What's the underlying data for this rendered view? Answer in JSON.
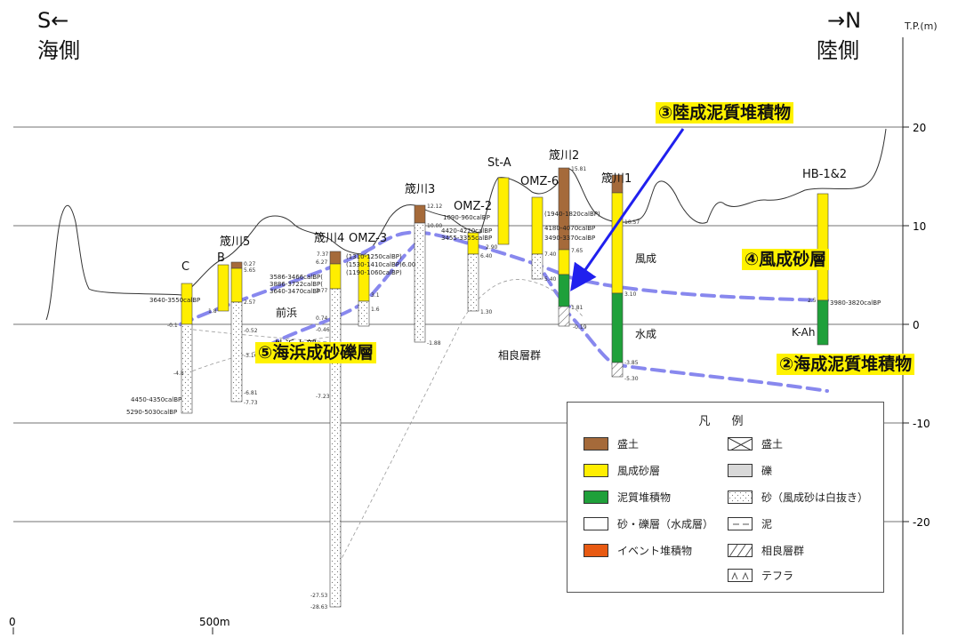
{
  "header": {
    "south_arrow": "S←",
    "south_side": "海側",
    "north_arrow": "→N",
    "north_side": "陸側",
    "axis_unit": "T.P.(m)"
  },
  "axis": {
    "ticks": [
      "20",
      "10",
      "0",
      "-10",
      "-20"
    ],
    "scale_zero": "0",
    "scale_500": "500m"
  },
  "callouts": {
    "c3": "③陸成泥質堆積物",
    "c4": "④風成砂層",
    "c5": "⑤海浜成砂礫層",
    "c2": "②海成泥質堆積物"
  },
  "cores": {
    "C": "C",
    "B": "B",
    "s5": "筬川5",
    "s4": "筬川4",
    "omz3": "OMZ-3",
    "s3": "筬川3",
    "omz2": "OMZ-2",
    "sta": "St-A",
    "omz6": "OMZ-6",
    "s2": "筬川2",
    "s1": "筬川1",
    "hb": "HB-1&2"
  },
  "labels": {
    "maehama": "前浜",
    "sotohama": "外浜上部",
    "sagara": "相良層群",
    "fusei": "風成",
    "suisei": "水成",
    "kah": "K-Ah"
  },
  "dates": {
    "d1": "3640-3550calBP",
    "d2": "4450-4350calBP",
    "d3": "5290-5030calBP",
    "d4": "3586-3466calBP(",
    "d5": "3886-3722calBP(",
    "d6": "3640-3470calBP",
    "d7": "(1310-1250calBP)",
    "d8": "(1530-1410calBP)6.00",
    "d9": "(1190-1060calBP)",
    "d10": "1090-960calBP",
    "d11": "4420-4220calBP",
    "d12": "3455-3355calBP",
    "d13": "(1940-1820calBP)",
    "d14": "4180-4070calBP",
    "d15": "3490-3370calBP",
    "d16": "3980-3820calBP"
  },
  "elev": {
    "e1": "-0.1",
    "e2": "-4.8",
    "e3": "1.8",
    "e4": "0.27",
    "e5": "-0.52",
    "e6": "-3.16",
    "e7": "-6.81",
    "e8": "-7.73",
    "e9": "2.57",
    "e10": "6.27",
    "e11": "5.65",
    "e12": "7.37",
    "e13": "6.27",
    "e14": "3.77",
    "e15": "0.74",
    "e16": "-0.46",
    "e17": "-7.23",
    "e18": "-27.53",
    "e19": "-28.63",
    "e20": "3.1",
    "e21": "1.6",
    "e22": "12.12",
    "e23": "10.00",
    "e24": "-1.88",
    "e25": "1.30",
    "e26": "6.40",
    "e27": "2.90",
    "e28": "7.40",
    "e29": "5.40",
    "e30": "15.81",
    "e31": "7.65",
    "e32": "1.81",
    "e33": "-0.19",
    "e34": "10.57",
    "e35": "3.10",
    "e36": "-3.85",
    "e37": "-5.30",
    "e38": "2.5"
  },
  "legend": {
    "title": "凡 例",
    "left": [
      "盛土",
      "風成砂層",
      "泥質堆積物",
      "砂・礫層（水成層）",
      "イベント堆積物"
    ],
    "right": [
      "盛土",
      "礫",
      "砂（風成砂は白抜き）",
      "泥",
      "相良層群",
      "テフラ"
    ]
  },
  "colors": {
    "fill_soil": "#a56a3a",
    "aeolian_sand": "#ffee00",
    "mud": "#1fa03a",
    "event": "#e85a12",
    "dashed_boundary": "#8888ee",
    "arrow": "#2020ee",
    "callout_bg": "#fff200"
  }
}
